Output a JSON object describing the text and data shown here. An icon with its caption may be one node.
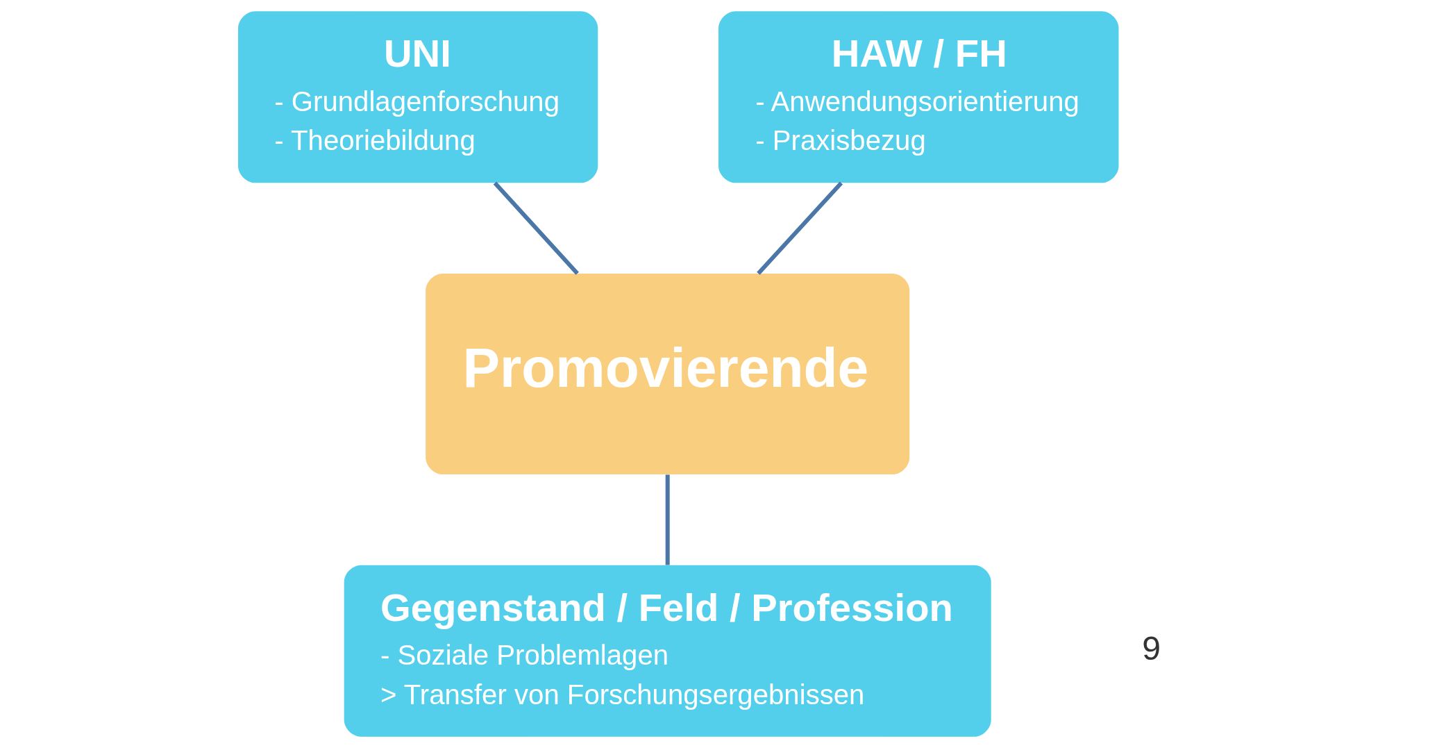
{
  "diagram": {
    "nodes": [
      {
        "text": [
          "UNI",
          "- Grundlagenforschung",
          "- Theoriebildung"
        ]
      },
      {
        "text": [
          "HAW / FH",
          "- Anwendungsorientierung",
          "- Praxisbezug"
        ]
      },
      {
        "text": [
          "Promovierende"
        ]
      },
      {
        "text": [
          "Gegenstand / Feld / Profession",
          "- Soziale Problemlagen",
          "> Transfer von Forschungsergebnissen"
        ]
      }
    ],
    "edges": [
      {
        "from": 0,
        "to": 2,
        "arrow": "none"
      },
      {
        "from": 1,
        "to": 2,
        "arrow": "none"
      },
      {
        "from": 2,
        "to": 3,
        "arrow": "none"
      }
    ],
    "labels": [
      "9"
    ]
  }
}
